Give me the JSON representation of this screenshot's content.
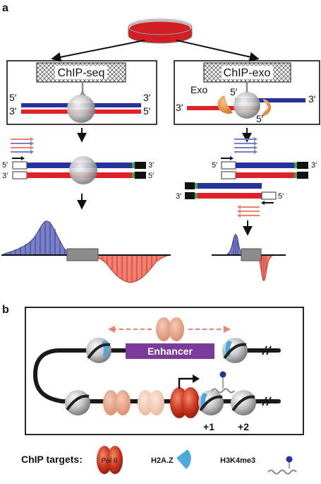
{
  "panels": {
    "a": {
      "label": "a"
    },
    "b": {
      "label": "b"
    }
  },
  "methods": {
    "chip_seq": {
      "label": "ChIP-seq"
    },
    "chip_exo": {
      "label": "ChIP-exo",
      "enzyme_label": "Exo"
    }
  },
  "strand_ends": {
    "five": "5′",
    "three": "3′"
  },
  "enhancer": {
    "label": "Enhancer"
  },
  "nucleosome_positions": {
    "plus1": "+1",
    "plus2": "+2"
  },
  "legend": {
    "title": "ChIP targets:",
    "pol2": "Pol II",
    "h2az": "H2A.Z",
    "h3k4me3": "H3K4me3"
  },
  "colors": {
    "blue_strand": "#28339a",
    "red_strand": "#e0212a",
    "peak_blue": "#7a7fc6",
    "peak_red": "#f07f73",
    "pol2": "#c9331d",
    "enhancer": "#7a3b9a",
    "h2az": "#4ea8dd",
    "dish": "#d21f26",
    "adapter_green": "#3aa54a"
  }
}
